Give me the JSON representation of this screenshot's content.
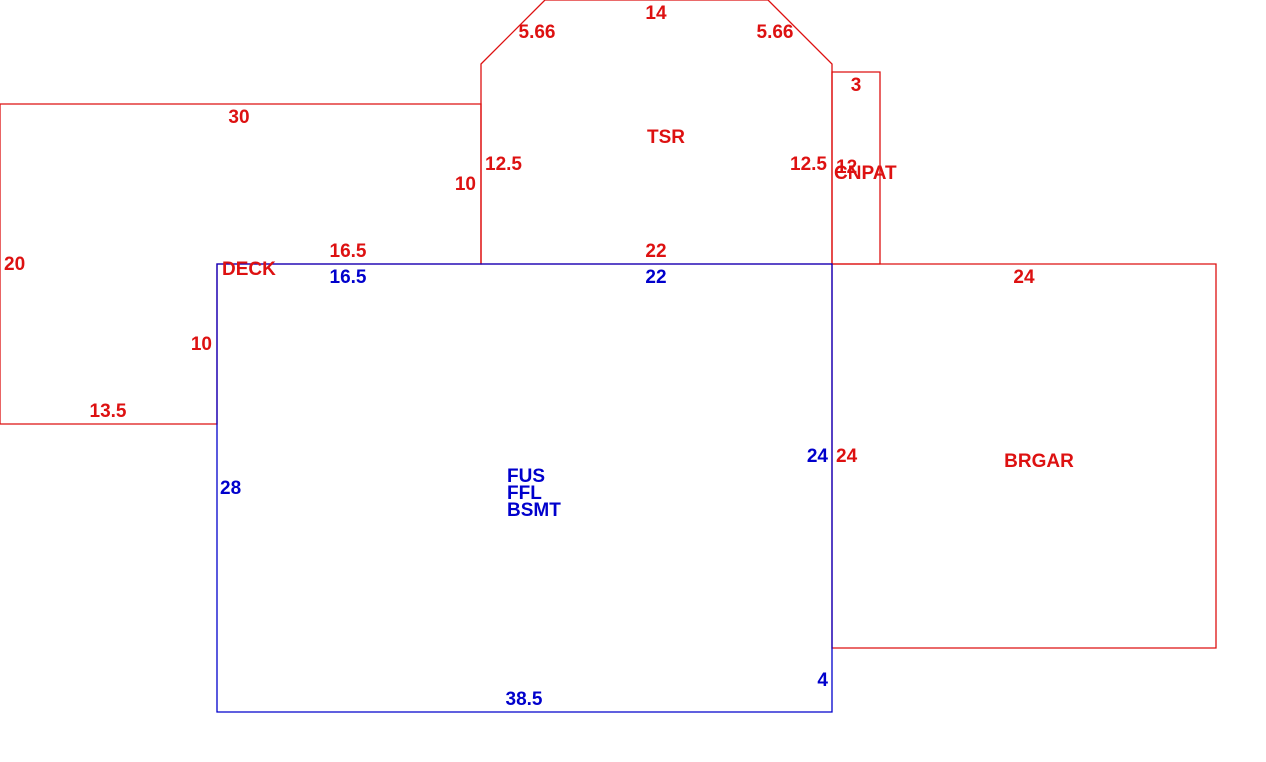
{
  "colors": {
    "red": "#dd1111",
    "blue": "#0000cc",
    "background": "#ffffff"
  },
  "areas": {
    "deck": {
      "label": "DECK",
      "dims": {
        "top": "30",
        "left": "20",
        "bottom": "13.5",
        "right_lower": "10",
        "right_upper": "10",
        "shared": "16.5"
      }
    },
    "tsr": {
      "label": "TSR",
      "dims": {
        "top": "14",
        "top_left_diag": "5.66",
        "top_right_diag": "5.66",
        "left": "12.5",
        "right": "12.5",
        "bottom": "22"
      }
    },
    "cnpat": {
      "label": "CNPAT",
      "dims": {
        "top": "3",
        "side": "12"
      }
    },
    "main": {
      "labels": [
        "FUS",
        "FFL",
        "BSMT"
      ],
      "dims": {
        "top_left": "16.5",
        "top_right": "22",
        "left": "28",
        "right": "24",
        "bottom": "38.5",
        "right_lower": "4"
      }
    },
    "brgar": {
      "label": "BRGAR",
      "dims": {
        "top": "24",
        "left": "24"
      }
    }
  }
}
